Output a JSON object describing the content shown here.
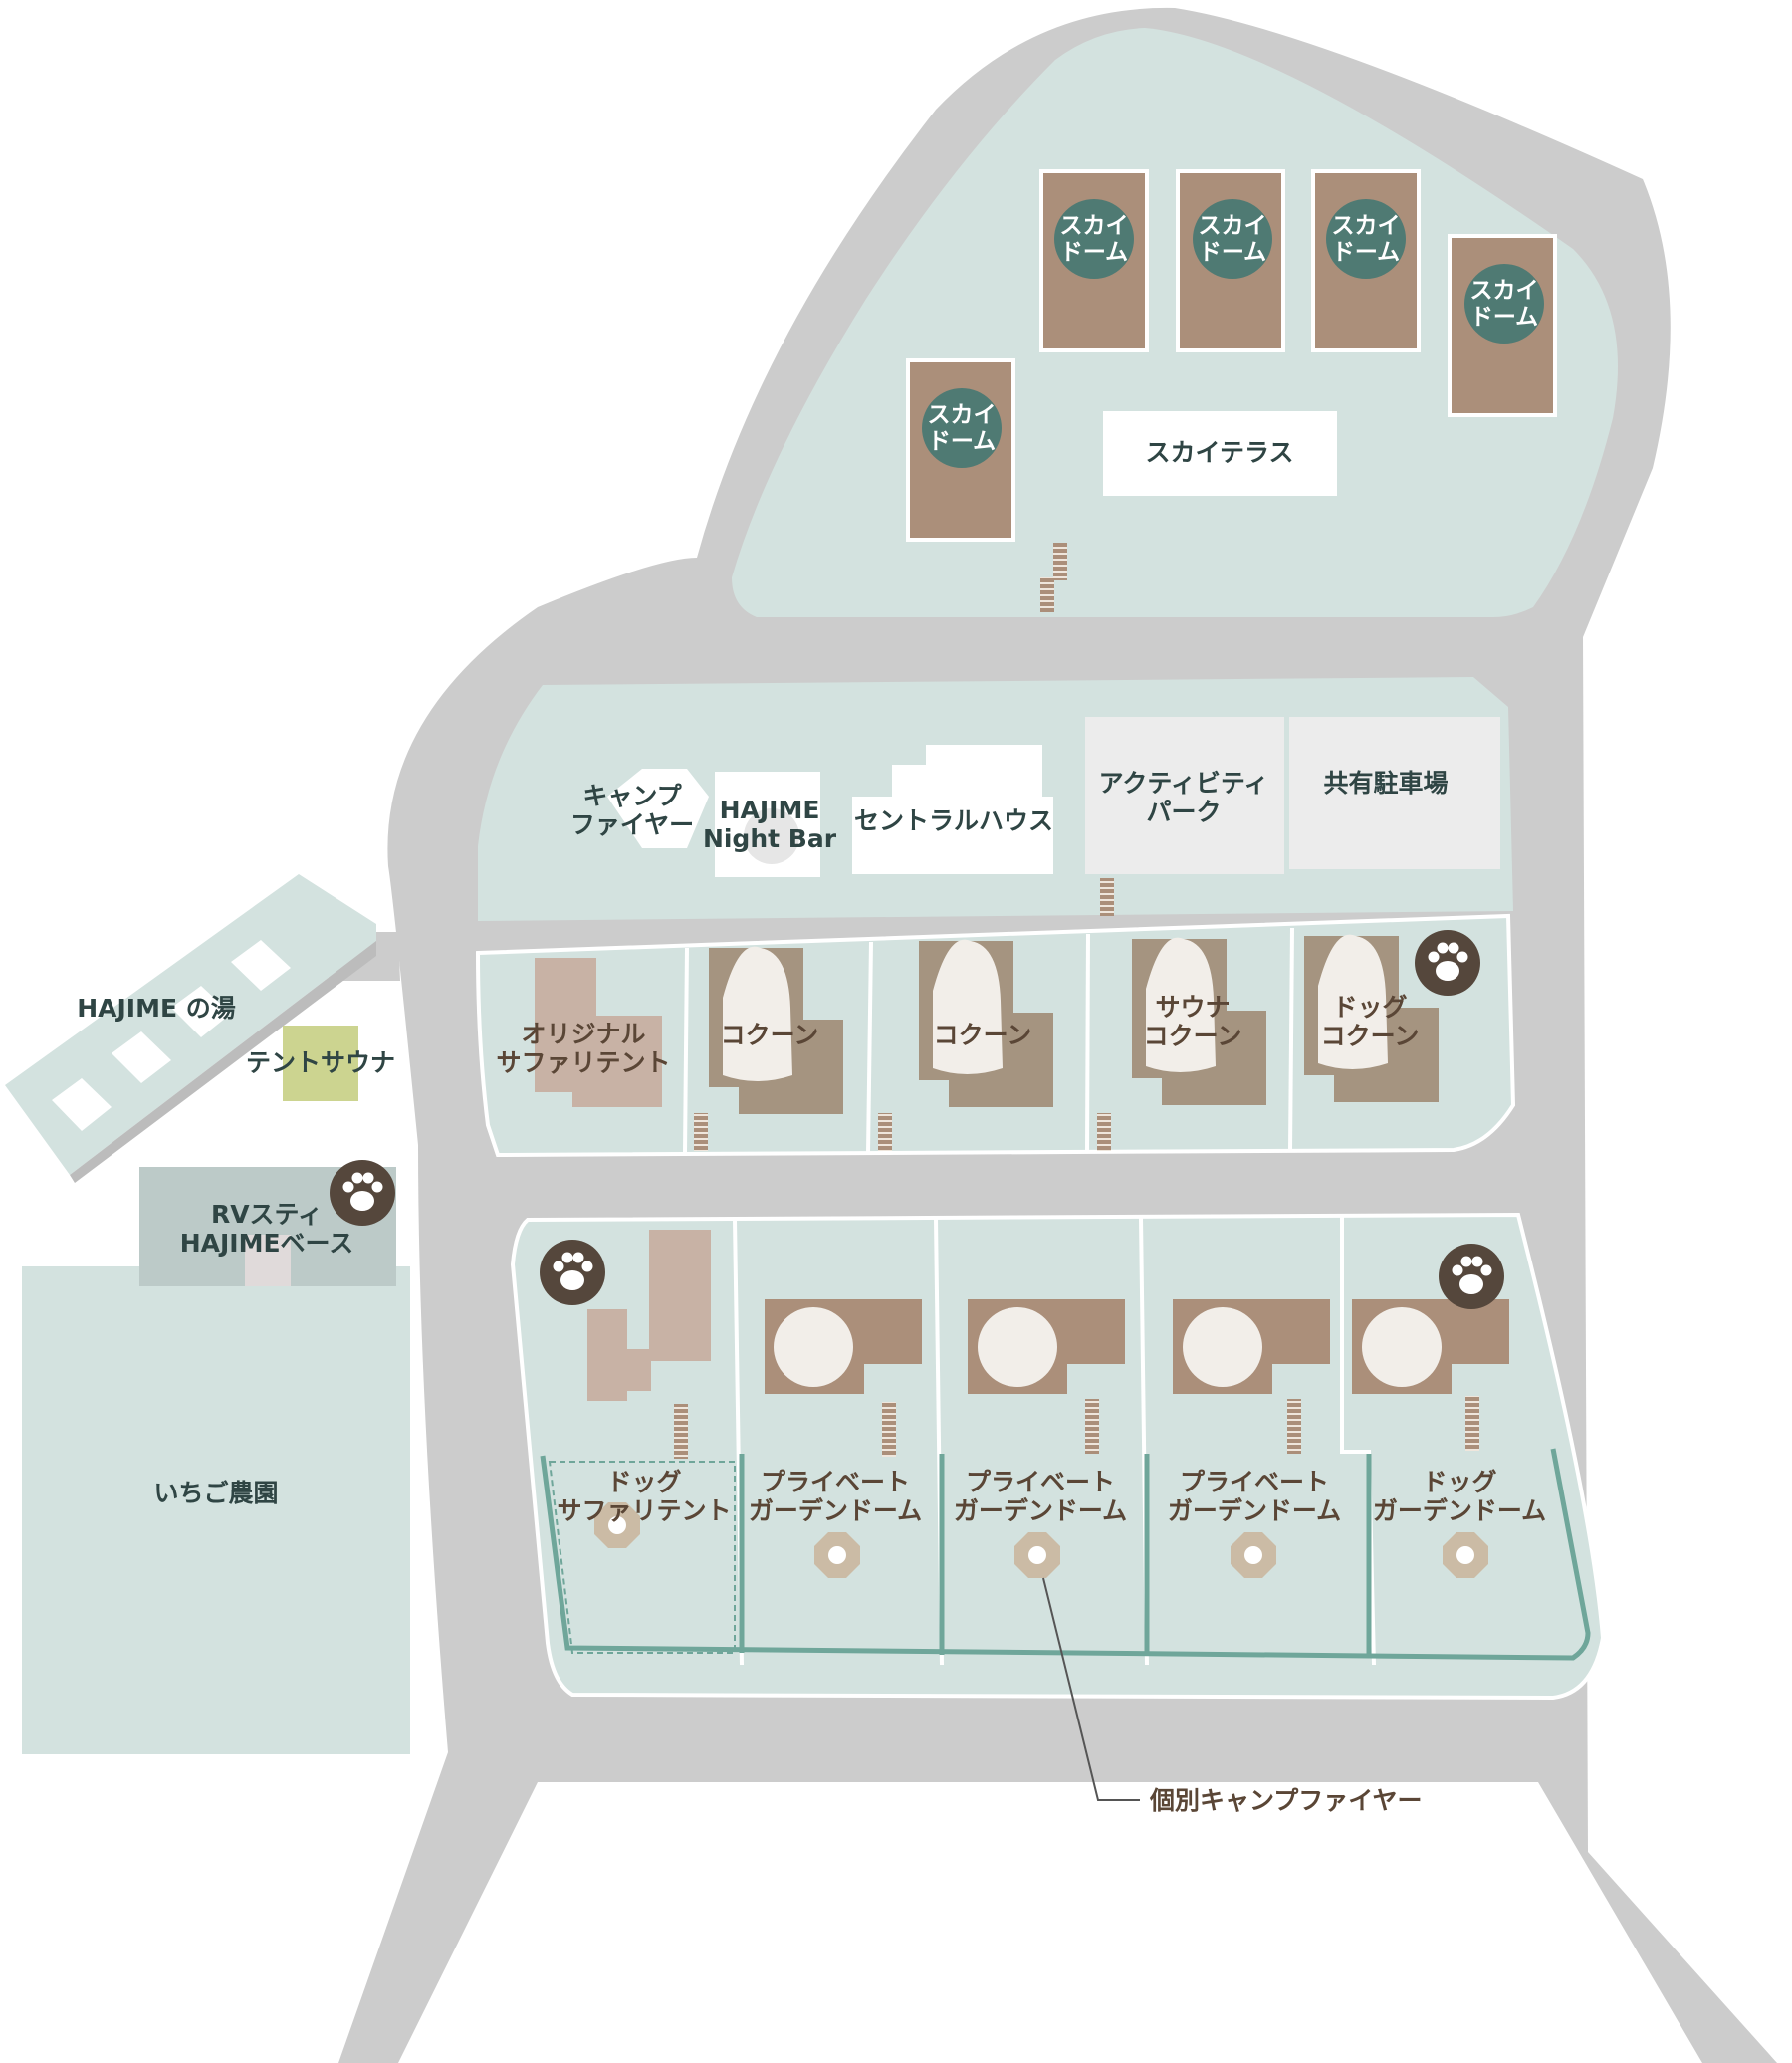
{
  "colors": {
    "road": "#cccccc",
    "zone": "#d3e2df",
    "building": "#ab8f7a",
    "building_light": "#c8b2a5",
    "tent": "#a59480",
    "dome_badge": "#4f7a73",
    "paw_badge": "#55473c",
    "sauna": "#ccd490",
    "fence": "#6fa69a",
    "plaza": "#ececec",
    "rv": "#bccac8"
  },
  "map": {
    "sky_domes": [
      "スカイ\nドーム",
      "スカイ\nドーム",
      "スカイ\nドーム",
      "スカイ\nドーム",
      "スカイ\nドーム"
    ],
    "sky_terrace": "スカイテラス",
    "campfire": "キャンプ\nファイヤー",
    "night_bar": "HAJIME\nNight Bar",
    "central_house": "セントラルハウス",
    "activity_park": "アクティビティ\nパーク",
    "parking": "共有駐車場",
    "original_safari": "オリジナル\nサファリテント",
    "cocoons": [
      "コクーン",
      "コクーン",
      "サウナ\nコクーン",
      "ドッグ\nコクーン"
    ],
    "hajime_yu": "HAJIME の湯",
    "tent_sauna": "テントサウナ",
    "rv_stay": "RVスティ\nHAJIMEベース",
    "strawberry_farm": "いちご農園",
    "lower_sites": [
      "ドッグ\nサファリテント",
      "プライベート\nガーデンドーム",
      "プライベート\nガーデンドーム",
      "プライベート\nガーデンドーム",
      "ドッグ\nガーデンドーム"
    ],
    "fire_pit_callout": "個別キャンプファイヤー",
    "icons": {
      "dog": "paw-icon",
      "fire_pit": "octagon-firepit-icon",
      "stairs": "stairs-icon",
      "dome": "dome-circle-icon"
    }
  }
}
